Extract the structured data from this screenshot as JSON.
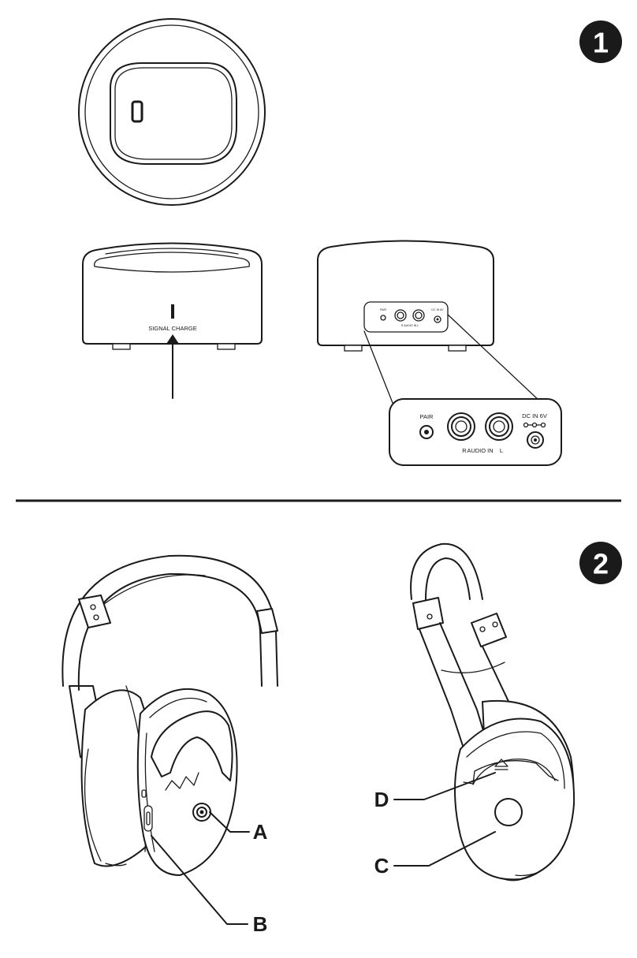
{
  "steps": [
    {
      "number": "1"
    },
    {
      "number": "2"
    }
  ],
  "base_station": {
    "front_label": "SIGNAL CHARGE",
    "rear_panel": {
      "pair": "PAIR",
      "right": "R",
      "audio_in": "AUDIO IN",
      "left": "L",
      "dc_in": "DC IN 6V"
    }
  },
  "callouts": {
    "a": "A",
    "b": "B",
    "c": "C",
    "d": "D"
  }
}
